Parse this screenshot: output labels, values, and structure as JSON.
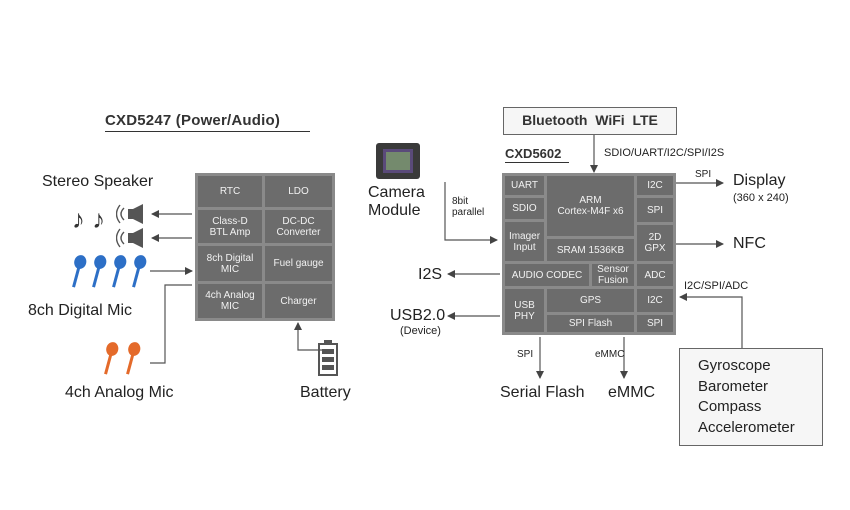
{
  "left": {
    "chip_title": "CXD5247 (Power/Audio)",
    "cells": {
      "rtc": "RTC",
      "ldo": "LDO",
      "class_d": "Class-D\nBTL Amp",
      "dcdc": "DC-DC\nConverter",
      "dmic": "8ch Digital\nMIC",
      "fuel": "Fuel gauge",
      "amic": "4ch Analog\nMIC",
      "charger": "Charger"
    },
    "labels": {
      "stereo_speaker": "Stereo Speaker",
      "digital_mic": "8ch Digital Mic",
      "analog_mic": "4ch Analog Mic",
      "battery": "Battery"
    }
  },
  "right": {
    "bt_box": "Bluetooth  WiFi  LTE",
    "chip_title": "CXD5602",
    "bus_top": "SDIO/UART/I2C/SPI/I2S",
    "cells": {
      "uart": "UART",
      "sdio": "SDIO",
      "imager": "Imager\nInput",
      "arm": "ARM\nCortex-M4F x6",
      "sram": "SRAM 1536KB",
      "i2c_top": "I2C",
      "spi_top": "SPI",
      "gpx": "2D\nGPX",
      "audio": "AUDIO CODEC",
      "sensor": "Sensor\nFusion",
      "adc": "ADC",
      "usb": "USB\nPHY",
      "gps": "GPS",
      "spi_flash": "SPI Flash",
      "i2c_bot": "I2C",
      "spi_bot": "SPI"
    },
    "labels": {
      "camera": "Camera\nModule",
      "bit8": "8bit\nparallel",
      "spi_disp": "SPI",
      "display": "Display",
      "display_res": "(360 x 240)",
      "nfc": "NFC",
      "i2s": "I2S",
      "usb": "USB2.0",
      "usb_dev": "(Device)",
      "bus_adc": "I2C/SPI/ADC",
      "spi_bottom": "SPI",
      "emmc_bottom": "eMMC",
      "serial_flash": "Serial Flash",
      "emmc": "eMMC"
    },
    "sensors": [
      "Gyroscope",
      "Barometer",
      "Compass",
      "Accelerometer"
    ]
  }
}
